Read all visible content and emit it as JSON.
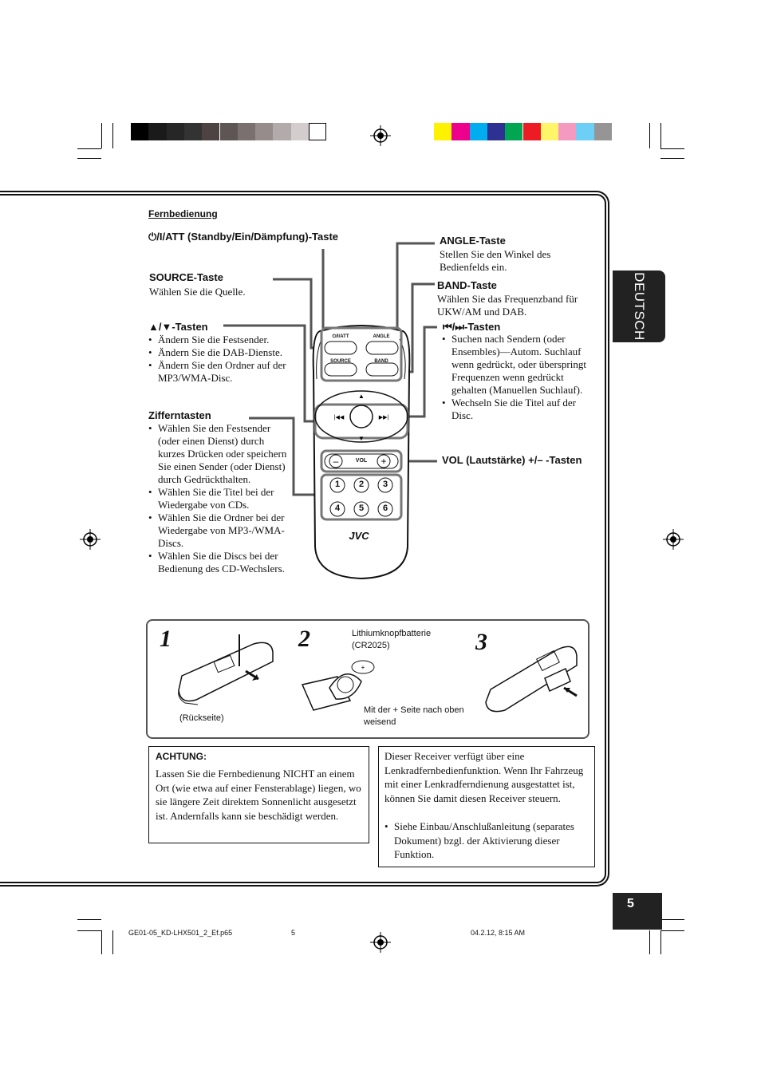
{
  "header": {
    "section": "Fernbedienung",
    "standby_label": "⏻/I/ATT (Standby/Ein/Dämpfung)-Taste",
    "source_title": "SOURCE-Taste",
    "source_desc": "Wählen Sie die Quelle.",
    "updown_title": "▲/▼-Tasten",
    "updown_items": [
      "Ändern Sie die Festsender.",
      "Ändern Sie die DAB-Dienste.",
      "Ändern Sie den Ordner auf der MP3/WMA-Disc."
    ],
    "ziffer_title": "Zifferntasten",
    "ziffer_items": [
      "Wählen Sie den Festsender (oder einen Dienst) durch kurzes Drücken oder speichern Sie einen Sender (oder Dienst) durch Gedrückthalten.",
      "Wählen Sie die Titel bei der Wiedergabe von CDs.",
      "Wählen Sie die Ordner bei der Wiedergabe von MP3-/WMA-Discs.",
      "Wählen Sie die Discs bei der Bedienung des CD-Wechslers."
    ],
    "angle_title": "ANGLE-Taste",
    "angle_desc": "Stellen Sie den Winkel des Bedienfelds ein.",
    "band_title": "BAND-Taste",
    "band_desc": "Wählen Sie das Frequenzband für UKW/AM und DAB.",
    "skip_title": "⏮/⏭-Tasten",
    "skip_items": [
      "Suchen nach Sendern (oder Ensembles)—Autom. Suchlauf wenn gedrückt, oder überspringt Frequenzen wenn gedrückt gehalten (Manuellen Suchlauf).",
      "Wechseln Sie die Titel auf der Disc."
    ],
    "vol_title": "VOL (Lautstärke) +/– -Tasten"
  },
  "remote": {
    "btn_power": "⏻/I/ATT",
    "btn_angle": "ANGLE",
    "btn_source": "SOURCE",
    "btn_band": "BAND",
    "btn_vol": "VOL",
    "brand": "JVC",
    "digits": [
      "1",
      "2",
      "3",
      "4",
      "5",
      "6"
    ]
  },
  "battery": {
    "step1": "1",
    "step2": "2",
    "step3": "3",
    "battery_label": "Lithiumknopfbatterie (CR2025)",
    "back_label": "(Rückseite)",
    "orient_label": "Mit der + Seite nach oben weisend"
  },
  "caution": {
    "title": "ACHTUNG:",
    "body": "Lassen Sie die Fernbedienung NICHT an einem Ort (wie etwa auf einer Fensterablage) liegen, wo sie längere Zeit direktem Sonnenlicht ausgesetzt ist. Andernfalls kann sie beschädigt werden."
  },
  "steering": {
    "body": "Dieser Receiver verfügt über eine Lenkradfernbedienfunktion. Wenn Ihr Fahrzeug mit einer Lenkradferndienung ausgestattet ist, können Sie damit diesen Receiver steuern.",
    "item": "Siehe Einbau/Anschlußanleitung (separates Dokument) bzgl. der Aktivierung dieser Funktion."
  },
  "side": {
    "language": "DEUTSCH",
    "page_number": "5"
  },
  "footer": {
    "file": "GE01-05_KD-LHX501_2_Ef.p65",
    "page": "5",
    "date": "04.2.12, 8:15 AM"
  },
  "colors": {
    "gray_swatches": [
      "#000000",
      "#1a1a1a",
      "#262626",
      "#333333",
      "#4d4343",
      "#5e5555",
      "#7a7070",
      "#968c8c",
      "#b3abab",
      "#d4cdcd",
      "#ffffff"
    ],
    "color_swatches": [
      "#fff200",
      "#ec008c",
      "#00aeef",
      "#2e3192",
      "#00a651",
      "#ed1c24",
      "#fff568",
      "#f49ac1",
      "#6dcff6",
      "#959595"
    ]
  }
}
